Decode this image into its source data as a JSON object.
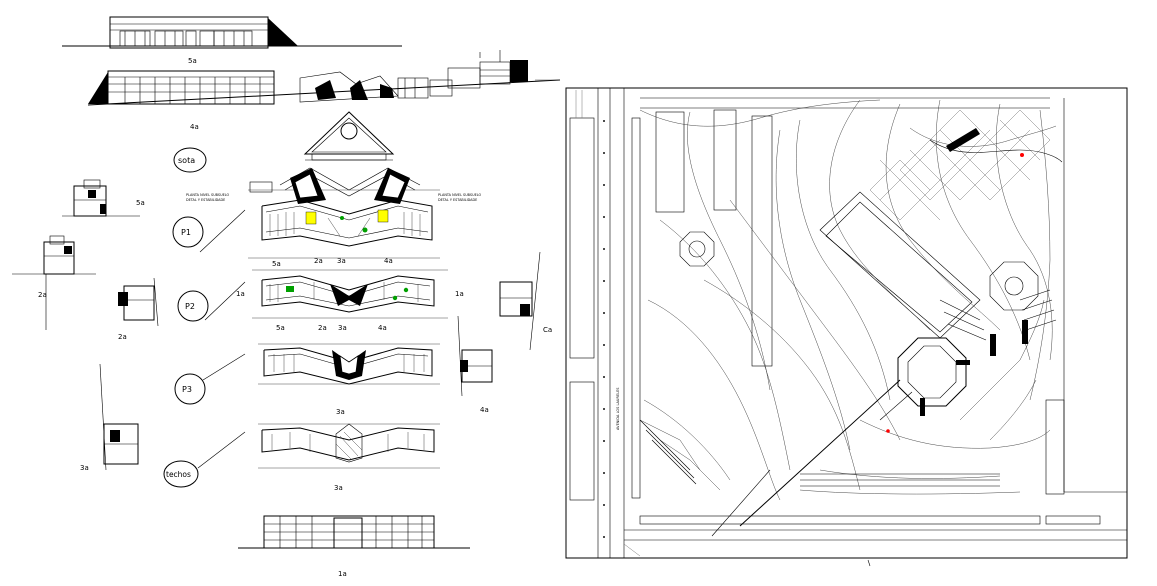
{
  "colors": {
    "background": "#ffffff",
    "linework": "#000000",
    "highlight_yellow": "#ffff00",
    "highlight_green": "#00a000",
    "marker_red": "#ff0000",
    "grid_gray": "#777777"
  },
  "elevations": {
    "top_elevation_label": "5a",
    "main_elevation_label": "4a",
    "bottom_elevation_label": "1a"
  },
  "plans": {
    "roof_tag": "sota",
    "p1_tag": "P1",
    "p2_tag": "P2",
    "p3_tag": "P3",
    "roof_plan_tag": "techos",
    "p1_note_left": "PLANTA NIVEL SUBSUELO",
    "p1_note_left_2": "DETAL Y ESTABILIDADE",
    "p1_note_right": "PLANTA NIVEL SUBSUELO",
    "p1_note_right_2": "DETAL Y ESTABILIDADE",
    "cut_labels_top": [
      "5a",
      "2a",
      "3a",
      "4a"
    ],
    "cut_labels_mid": [
      "5a",
      "2a",
      "3a",
      "4a"
    ],
    "cut_label_p3": "3a",
    "cut_label_roof": "3a",
    "p2_side_left": "1a",
    "p2_side_right": "1a"
  },
  "sections": {
    "left_upper_label": "5a",
    "left_mid_label": "2a",
    "left_small_label": "2a",
    "left_lower_label": "3a",
    "right_label_c": "Ca",
    "right_label_4": "4a"
  },
  "site_plan": {
    "street_label": "AVENIDA LOS LAURELES"
  }
}
